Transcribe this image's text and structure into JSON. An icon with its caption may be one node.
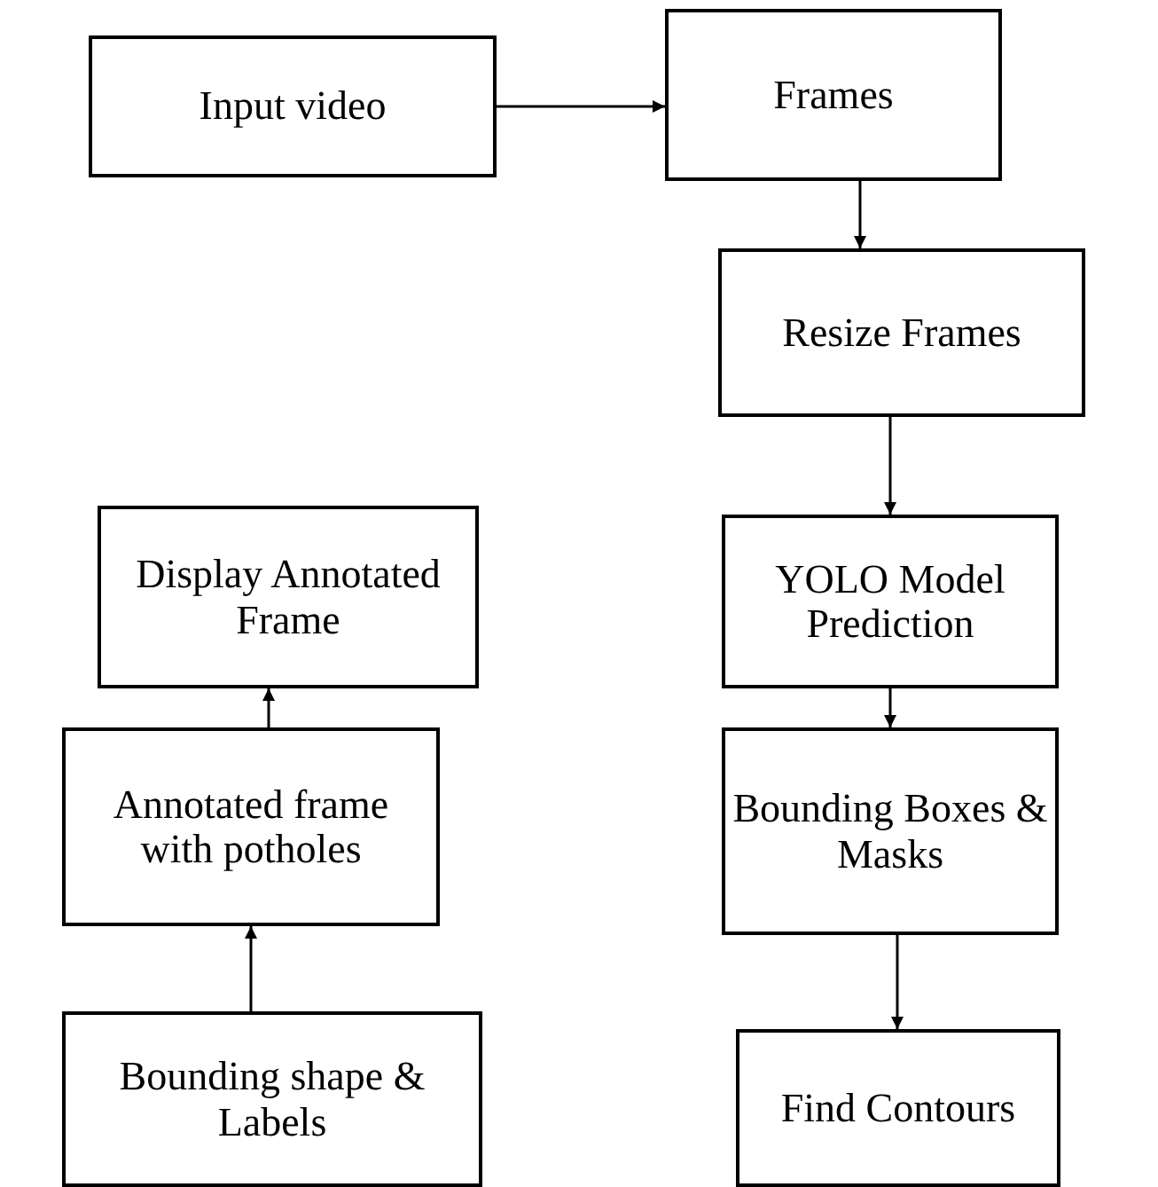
{
  "diagram": {
    "nodes": [
      {
        "text": [
          "Input video"
        ]
      },
      {
        "text": [
          "Frames"
        ]
      },
      {
        "text": [
          "Resize Frames"
        ]
      },
      {
        "text": [
          "YOLO Model Prediction"
        ]
      },
      {
        "text": [
          "Bounding Boxes & Masks"
        ]
      },
      {
        "text": [
          "Find Contours"
        ]
      },
      {
        "text": [
          "Display Annotated Frame"
        ]
      },
      {
        "text": [
          "Annotated frame with potholes"
        ]
      },
      {
        "text": [
          "Bounding shape & Labels"
        ]
      }
    ],
    "edges": [
      {
        "from": 0,
        "to": 1,
        "arrow": "to"
      },
      {
        "from": 1,
        "to": 2,
        "arrow": "to"
      },
      {
        "from": 2,
        "to": 3,
        "arrow": "to"
      },
      {
        "from": 3,
        "to": 4,
        "arrow": "to"
      },
      {
        "from": 4,
        "to": 5,
        "arrow": "to"
      },
      {
        "from": 8,
        "to": 7,
        "arrow": "to"
      },
      {
        "from": 7,
        "to": 6,
        "arrow": "to"
      }
    ]
  }
}
